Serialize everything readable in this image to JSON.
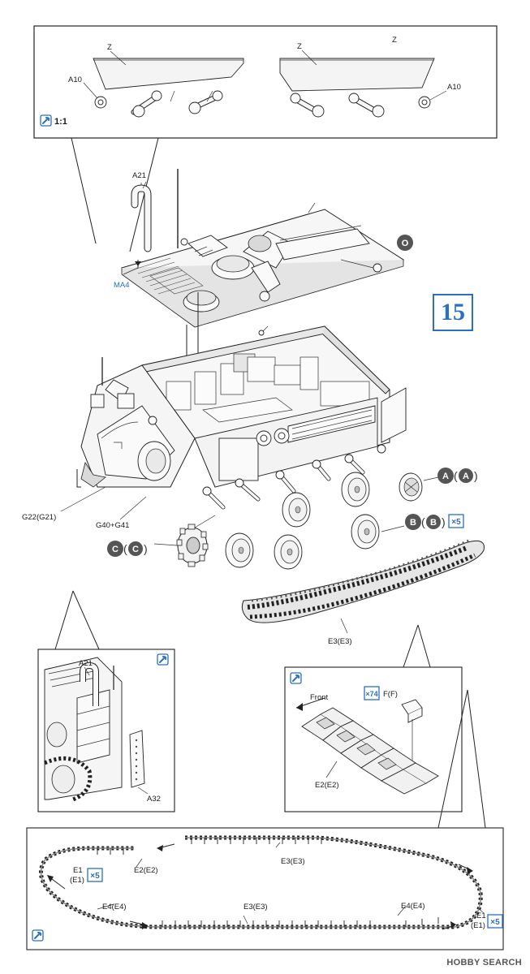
{
  "step_number": "15",
  "scale_label": "1:1",
  "watermark": "HOBBY SEARCH",
  "labels": {
    "z1": "Z",
    "z2": "Z",
    "z3": "Z",
    "a10_left": "A10",
    "a10_right": "A10",
    "a21_top": "A21",
    "ma4": "MA4",
    "o": "O",
    "g22": "G22(G21)",
    "g40": "G40+G41",
    "a_badge": "A",
    "a_paren": "A",
    "b_badge": "B",
    "b_paren": "B",
    "b_qty": "×5",
    "c_badge": "C",
    "c_paren": "C",
    "e3_main": "E3(E3)",
    "a21_detail": "A21",
    "a32": "A32",
    "front": "Front",
    "f_qty": "×74",
    "f_part": "F(F)",
    "e2_detail": "E2(E2)",
    "e1_left": "E1",
    "e1_left_paren": "(E1)",
    "e1_left_qty": "×5",
    "e2_loop": "E2(E2)",
    "e3_loop_top": "E3(E3)",
    "e4_left": "E4(E4)",
    "e3_loop_bottom": "E3(E3)",
    "e4_right": "E4(E4)",
    "e1_right": "E1",
    "e1_right_paren": "(E1)",
    "e1_right_qty": "×5"
  }
}
